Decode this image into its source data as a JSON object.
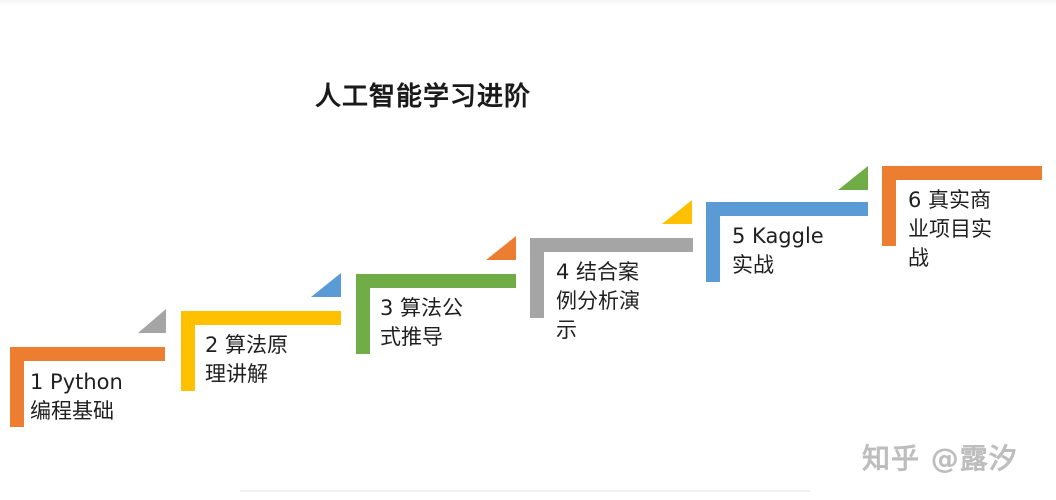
{
  "title": "人工智能学习进阶",
  "steps": [
    {
      "label": "1 Python\n编程基础",
      "color": "#ED7D31",
      "triangle_color": "#A5A5A5"
    },
    {
      "label": "2 算法原\n理讲解",
      "color": "#FFC000",
      "triangle_color": "#5B9BD5"
    },
    {
      "label": "3 算法公\n式推导",
      "color": "#70AD47",
      "triangle_color": "#ED7D31"
    },
    {
      "label": "4 结合案\n例分析演\n示",
      "color": "#A5A5A5",
      "triangle_color": "#FFC000"
    },
    {
      "label": "5 Kaggle\n实战",
      "color": "#5B9BD5",
      "triangle_color": "#70AD47"
    },
    {
      "label": "6 真实商\n业项目实\n战",
      "color": "#ED7D31",
      "triangle_color": ""
    }
  ],
  "watermark": "知乎 @露汐"
}
